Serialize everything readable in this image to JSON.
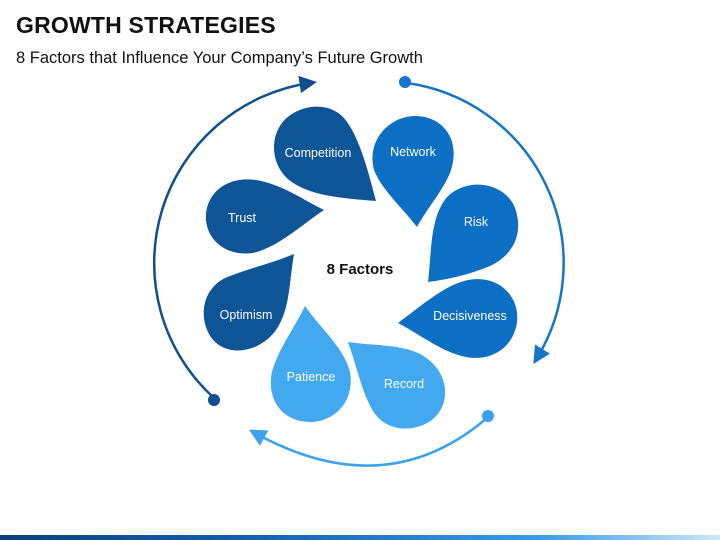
{
  "header": {
    "title": "GROWTH STRATEGIES",
    "subtitle": "8 Factors that Influence Your Company’s Future Growth"
  },
  "diagram": {
    "center_label": "8 Factors",
    "factors": [
      {
        "label": "Competition",
        "color": "#0d5597"
      },
      {
        "label": "Network",
        "color": "#0c6fc4"
      },
      {
        "label": "Risk",
        "color": "#0c6fc4"
      },
      {
        "label": "Decisiveness",
        "color": "#0c6fc4"
      },
      {
        "label": "Record",
        "color": "#42a8f0"
      },
      {
        "label": "Patience",
        "color": "#42a8f0"
      },
      {
        "label": "Optimism",
        "color": "#0d5597"
      },
      {
        "label": "Trust",
        "color": "#0d5597"
      }
    ],
    "arrow_colors": {
      "dark": "#0d4f8f",
      "mid": "#1575c8",
      "light": "#3aa2ee"
    }
  }
}
